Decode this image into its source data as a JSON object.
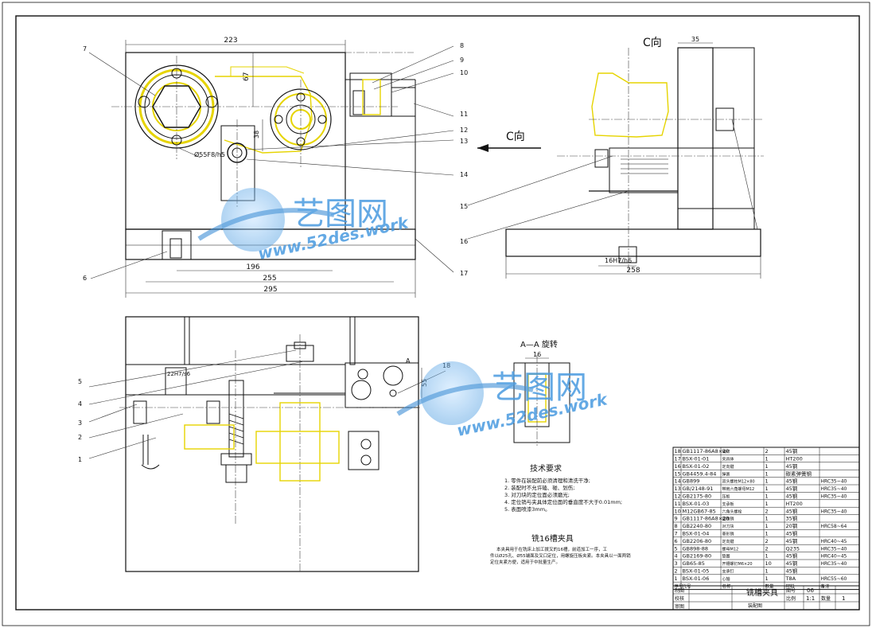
{
  "dims": {
    "d223": "223",
    "d67": "67",
    "d38": "38",
    "d55": "Ø55F8/h5",
    "d196": "196",
    "d255": "255",
    "d295": "295",
    "d35": "35",
    "d258": "258",
    "d16h7": "16H7/h6",
    "d22": "22H7/s6",
    "d16": "16",
    "d55b": "55"
  },
  "views": {
    "c_view_label": "C向",
    "c_arrow_label": "C向",
    "section_label": "A—A  旋转",
    "a_marker": "A"
  },
  "callouts": [
    "1",
    "2",
    "3",
    "4",
    "5",
    "6",
    "7",
    "8",
    "9",
    "10",
    "11",
    "12",
    "13",
    "14",
    "15",
    "16",
    "17",
    "18"
  ],
  "watermark": {
    "brand": "艺图网",
    "url": "www.52des.work"
  },
  "tech": {
    "title": "技术要求",
    "items": [
      "1. 零件在装配前必须清理和清洗干净;",
      "2. 装配时不允许磕、碰、划伤;",
      "3. 对刀块的定位面必须磨光;",
      "4. 定位销与夹具体定位面的垂直度不大于0.01mm;",
      "5. 表面喷漆3mm。"
    ]
  },
  "caption": {
    "title": "铣16槽夹具",
    "lines": [
      "本夹具用于在铣床上加工拨叉的16槽，前道加工一序，工",
      "件以Ø25孔、Ø55端面及叉口定位，用螺旋压板夹紧。本夹具以一面两销",
      "定位夹紧方便，适用于中批量生产。"
    ]
  },
  "bom": {
    "rows": [
      [
        "18",
        "GB1117-86A8×20",
        "销钉",
        "2",
        "45钢",
        ""
      ],
      [
        "17",
        "BSX-01-01",
        "夹具体",
        "1",
        "HT200",
        ""
      ],
      [
        "16",
        "BSX-01-02",
        "定向键",
        "1",
        "45钢",
        ""
      ],
      [
        "15",
        "GB4459.4-84",
        "弹簧",
        "1",
        "碳素弹簧钢",
        ""
      ],
      [
        "14",
        "GB899",
        "双头螺柱M12×80",
        "1",
        "45钢",
        "HRC35~40"
      ],
      [
        "13",
        "GB/2148-91",
        "带肩六角螺母M12",
        "1",
        "45钢",
        "HRC35~40"
      ],
      [
        "12",
        "GB2175-80",
        "压板",
        "1",
        "45钢",
        "HRC35~40"
      ],
      [
        "11",
        "BSX-01-03",
        "支承板",
        "1",
        "HT200",
        ""
      ],
      [
        "10",
        "M12GB67-85",
        "六角头螺栓",
        "2",
        "45钢",
        "HRC35~40"
      ],
      [
        "9",
        "GB1117-86A8×20",
        "圆锥销",
        "1",
        "35钢",
        ""
      ],
      [
        "8",
        "GB2240-80",
        "对刀块",
        "1",
        "20钢",
        "HRC58~64"
      ],
      [
        "7",
        "BSX-01-04",
        "菱形销",
        "1",
        "45钢",
        ""
      ],
      [
        "6",
        "GB2206-80",
        "定向键",
        "2",
        "45钢",
        "HRC40~45"
      ],
      [
        "5",
        "GB898-88",
        "螺母M12",
        "2",
        "Q235",
        "HRC35~40"
      ],
      [
        "4",
        "GB2169-80",
        "垫圈",
        "1",
        "45钢",
        "HRC40~45"
      ],
      [
        "3",
        "GB65-85",
        "开槽螺钉M6×20",
        "10",
        "45钢",
        "HRC35~40"
      ],
      [
        "2",
        "BSX-01-05",
        "支承钉",
        "1",
        "45钢",
        ""
      ],
      [
        "1",
        "BSX-01-06",
        "心轴",
        "1",
        "T8A",
        "HRC55~60"
      ]
    ],
    "header": [
      "序号",
      "代号",
      "名称",
      "数量",
      "材料",
      "备注"
    ],
    "title_block": {
      "name": "铣槽夹具",
      "drawing_type": "装配图",
      "sheet_no_label": "图号",
      "sheet_no": "06",
      "scale_label": "比例",
      "scale": "1:1",
      "qty_label": "数量",
      "qty": "1",
      "roles": [
        "制图",
        "校核",
        "审图"
      ]
    }
  }
}
